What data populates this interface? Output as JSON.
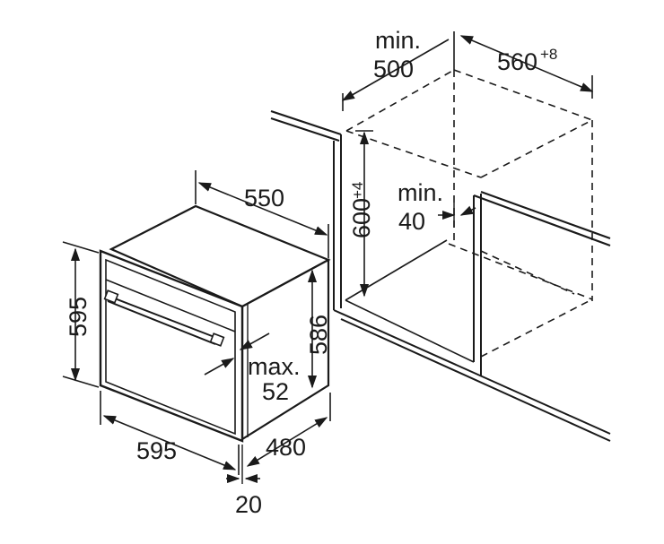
{
  "dimensions": {
    "cabinet_min_depth_label": "min.",
    "cabinet_min_depth_value": "500",
    "cabinet_width_value": "560",
    "cabinet_width_tolerance": "+8",
    "cabinet_height_value": "600",
    "cabinet_height_tolerance": "+4",
    "gap_min_label": "min.",
    "gap_min_value": "40",
    "appliance_depth_top": "550",
    "appliance_height_front": "595",
    "appliance_height_side": "586",
    "door_max_label": "max.",
    "door_max_value": "52",
    "appliance_width": "595",
    "appliance_depth_body": "480",
    "front_panel_depth": "20"
  }
}
